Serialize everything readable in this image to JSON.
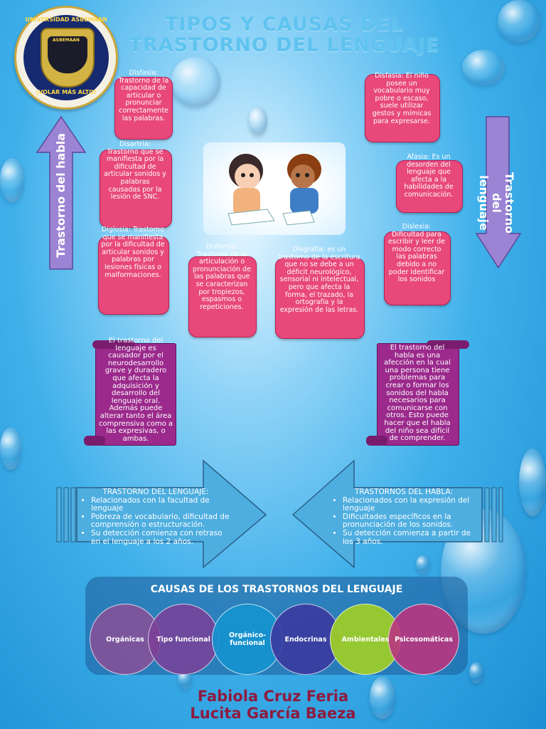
{
  "title": {
    "line1": "TIPOS Y CAUSAS DEL",
    "line2": "TRASTORNO DEL LENGUAJE"
  },
  "logo": {
    "top_text": "UNIVERSIDAD ASBEMAAN",
    "bottom_text": "¡VOLAR MÁS ALTO!",
    "shield_text": "ASBEMAAN"
  },
  "arrows": {
    "left": "Trastorno del habla",
    "right": "Trastorno del lenguaje"
  },
  "bubbles": {
    "disfasia": "Disfasia: Trastorno de la capacidad de articular o pronunciar correctamente las palabras.",
    "disartria": "Disartria: Trastorno que se manifiesta por la dificultad de articular sonidos y palabras causadas por la lesión de SNC.",
    "diglosia": "Diglosia: Trastorno que se manifiesta por la dificultad de articular sonidos y palabras por lesiones físicas o malformaciones.",
    "disfemia": "Disfemia: Trastorno de la articulación o pronunciación de las palabras que se caracterizan por tropiezos, espasmos o repeticiones.",
    "disgrafia": "Disgrafía: es un trastorno de la escritura que no se debe a un déficit neurológico, sensorial ni intelectual, pero que afecta la forma, el trazado, la ortografía y la expresión de las letras.",
    "disfasia_r": "Disfasia: El niño posee un vocabulario muy pobre o escaso, suele utilizar gestos y mímicas para expresarse.",
    "afasia": "Afasia: Es un desorden del lenguaje que afecta a la habilidades de comunicación.",
    "dislexia": "Dislexia: Dificultad para escribir y leer de modo correcto las palabras debido a no poder identificar los sonidos"
  },
  "scrolls": {
    "lenguaje": "El trastorno del lenguaje es causador por el neurodesarrollo grave y duradero que afecta la adquisición y desarrollo del lenguaje oral. Además puede alterar tanto el área comprensiva como a las expresivas, o ambas.",
    "habla": "El trastorno del habla es una afección en la cual una persona tiene problemas para crear o formar los sonidos del habla necesarios para comunicarse con otros. Esto puede hacer que el habla del niño sea difícil de comprender."
  },
  "boxes": {
    "lenguaje": {
      "heading": "TRASTORNO DEL LENGUAJE:",
      "items": [
        "Relacionados con la facultad de lenguaje",
        "Pobreza de vocabulario, dificultad de comprensión o estructuración.",
        "Su detección comienza con retraso en el lenguaje a los 2 años."
      ]
    },
    "habla": {
      "heading": "TRASTORNOS DEL HABLA:",
      "items": [
        "Relacionados con la expresión del lenguaje",
        "Dificultades específicos en la pronunciación de los sonidos.",
        "Su detección comienza a partir de los 3 años."
      ]
    }
  },
  "causes": {
    "title": "CAUSAS DE LOS TRASTORNOS DEL LENGUAJE",
    "items": [
      {
        "label": "Orgánicas",
        "color": "#8a4f96"
      },
      {
        "label": "Tipo funcional",
        "color": "#7a3f98"
      },
      {
        "label": "Orgánico-funcional",
        "color": "#1493cf"
      },
      {
        "label": "Endocrinas",
        "color": "#3a3ba0"
      },
      {
        "label": "Ambientales",
        "color": "#9ccc2a"
      },
      {
        "label": "Psicosomáticas",
        "color": "#b8357f"
      }
    ]
  },
  "authors": [
    "Fabiola Cruz Feria",
    "Lucita García Baeza"
  ]
}
